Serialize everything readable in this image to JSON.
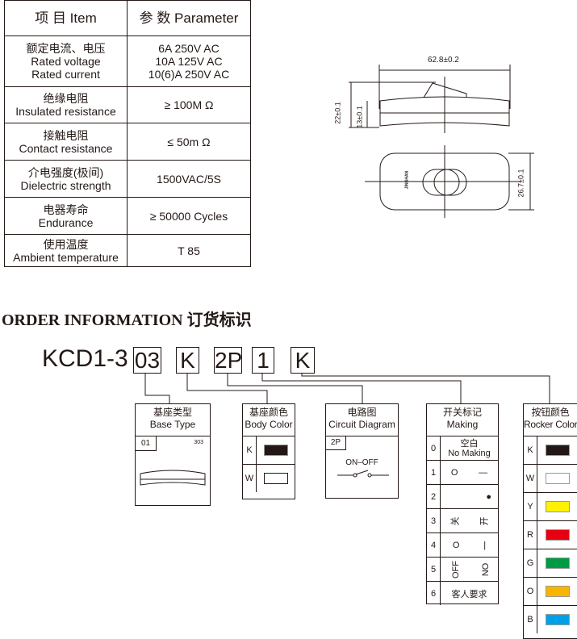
{
  "spec": {
    "header": [
      "项 目   Item",
      "参 数   Parameter"
    ],
    "rows": [
      {
        "item": [
          "额定电流、电压",
          "Rated voltage",
          "Rated current"
        ],
        "value": [
          "6A 250V AC",
          "10A 125V AC",
          "10(6)A 250V AC"
        ]
      },
      {
        "item": [
          "绝缘电阻",
          "Insulated resistance"
        ],
        "value": [
          "≥ 100M Ω"
        ]
      },
      {
        "item": [
          "接触电阻",
          "Contact resistance"
        ],
        "value": [
          "≤ 50m Ω"
        ]
      },
      {
        "item": [
          "介电强度(极间)",
          "Dielectric strength"
        ],
        "value": [
          "1500VAC/5S"
        ]
      },
      {
        "item": [
          "电器寿命",
          "Endurance"
        ],
        "value": [
          "≥ 50000 Cycles"
        ]
      },
      {
        "item": [
          "使用温度",
          "Ambient temperature"
        ],
        "value": [
          "T 85"
        ]
      }
    ]
  },
  "drawing": {
    "width": "62.8±0.2",
    "height_total": "22±0.1",
    "height_body": "13±0.1",
    "depth": "26.7±0.1",
    "brand": "JINGHAN"
  },
  "order": {
    "title": "ORDER INFORMATION 订货标识",
    "model": "KCD1-3",
    "codes": [
      "03",
      "K",
      "2P",
      "1",
      "K"
    ],
    "base": {
      "cn": "基座类型",
      "en": "Base Type",
      "code": "01",
      "num": "303"
    },
    "body": {
      "cn": "基座颜色",
      "en": "Body Color",
      "options": [
        {
          "k": "K",
          "color": "#231815"
        },
        {
          "k": "W",
          "color": "#ffffff"
        }
      ]
    },
    "circuit": {
      "cn": "电路图",
      "en": "Circuit Diagram",
      "code": "2P",
      "label": "ON–OFF"
    },
    "making": {
      "cn": "开关标记",
      "en": "Making",
      "rows": [
        {
          "k": "0",
          "a": "空白",
          "b": "No Making"
        },
        {
          "k": "1",
          "a": "O",
          "b": "—"
        },
        {
          "k": "2",
          "a": "",
          "b": "●"
        },
        {
          "k": "3",
          "a": "关",
          "b": "开"
        },
        {
          "k": "4",
          "a": "O",
          "b": "|"
        },
        {
          "k": "5",
          "a": "OFF",
          "b": "ON"
        },
        {
          "k": "6",
          "a": "客人要求",
          "b": ""
        }
      ]
    },
    "rocker": {
      "cn": "按钮颜色",
      "en": "Rocker Color",
      "options": [
        {
          "k": "K",
          "color": "#231815"
        },
        {
          "k": "W",
          "color": "#ffffff"
        },
        {
          "k": "Y",
          "color": "#fff100"
        },
        {
          "k": "R",
          "color": "#e60012"
        },
        {
          "k": "G",
          "color": "#009944"
        },
        {
          "k": "O",
          "color": "#f8b500"
        },
        {
          "k": "B",
          "color": "#00a0e9"
        }
      ]
    }
  }
}
